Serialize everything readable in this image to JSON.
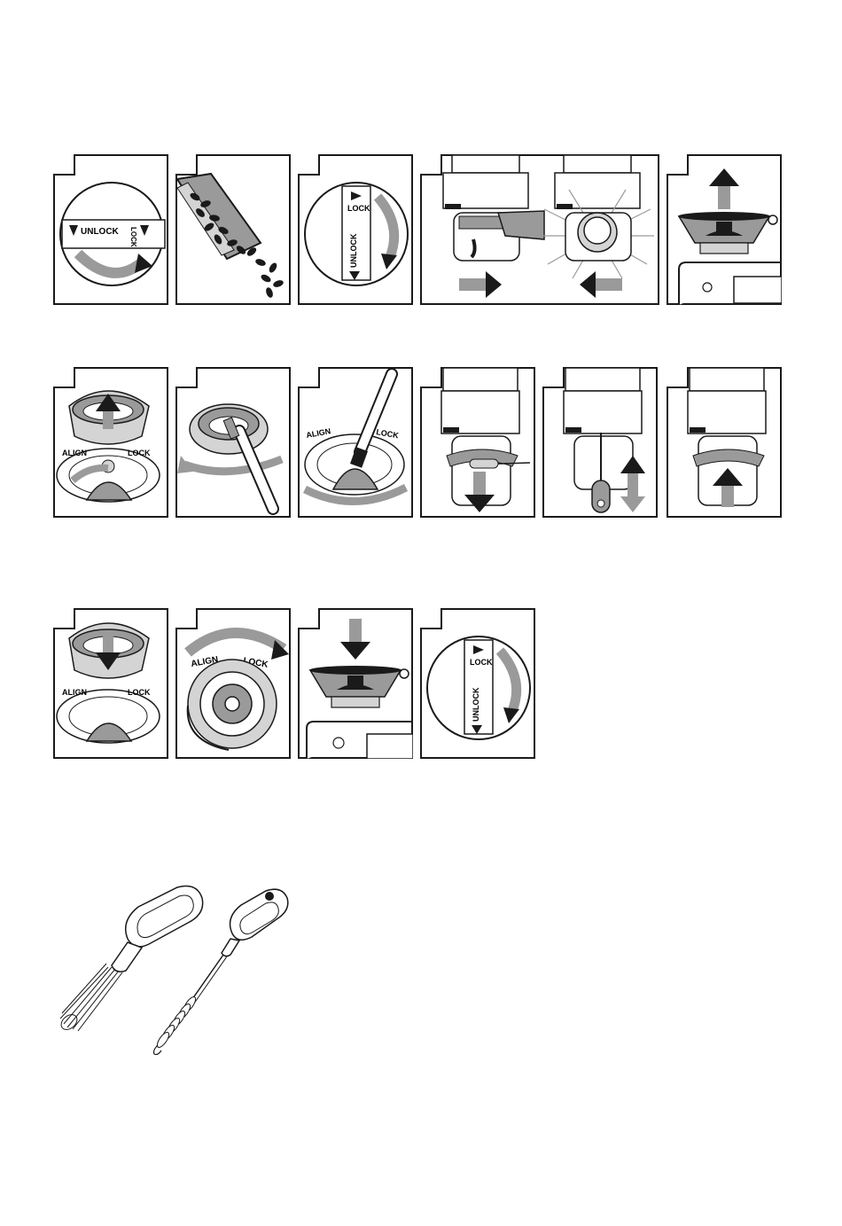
{
  "colors": {
    "ink": "#1a1a1a",
    "mid": "#9a9a9a",
    "light": "#d4d4d4",
    "paper": "#ffffff"
  },
  "labels": {
    "unlock": "UNLOCK",
    "lock": "LOCK",
    "align": "ALIGN",
    "align_partial": "ALIGN",
    "lock_partial": "LOCK"
  },
  "icons": [
    "clockwise-arrow-icon",
    "counterclockwise-arrow-icon",
    "right-arrow-icon",
    "left-arrow-icon",
    "up-arrow-icon",
    "down-arrow-icon",
    "double-arrow-icon",
    "coffee-bean-icon",
    "cleaning-brush-icon"
  ]
}
